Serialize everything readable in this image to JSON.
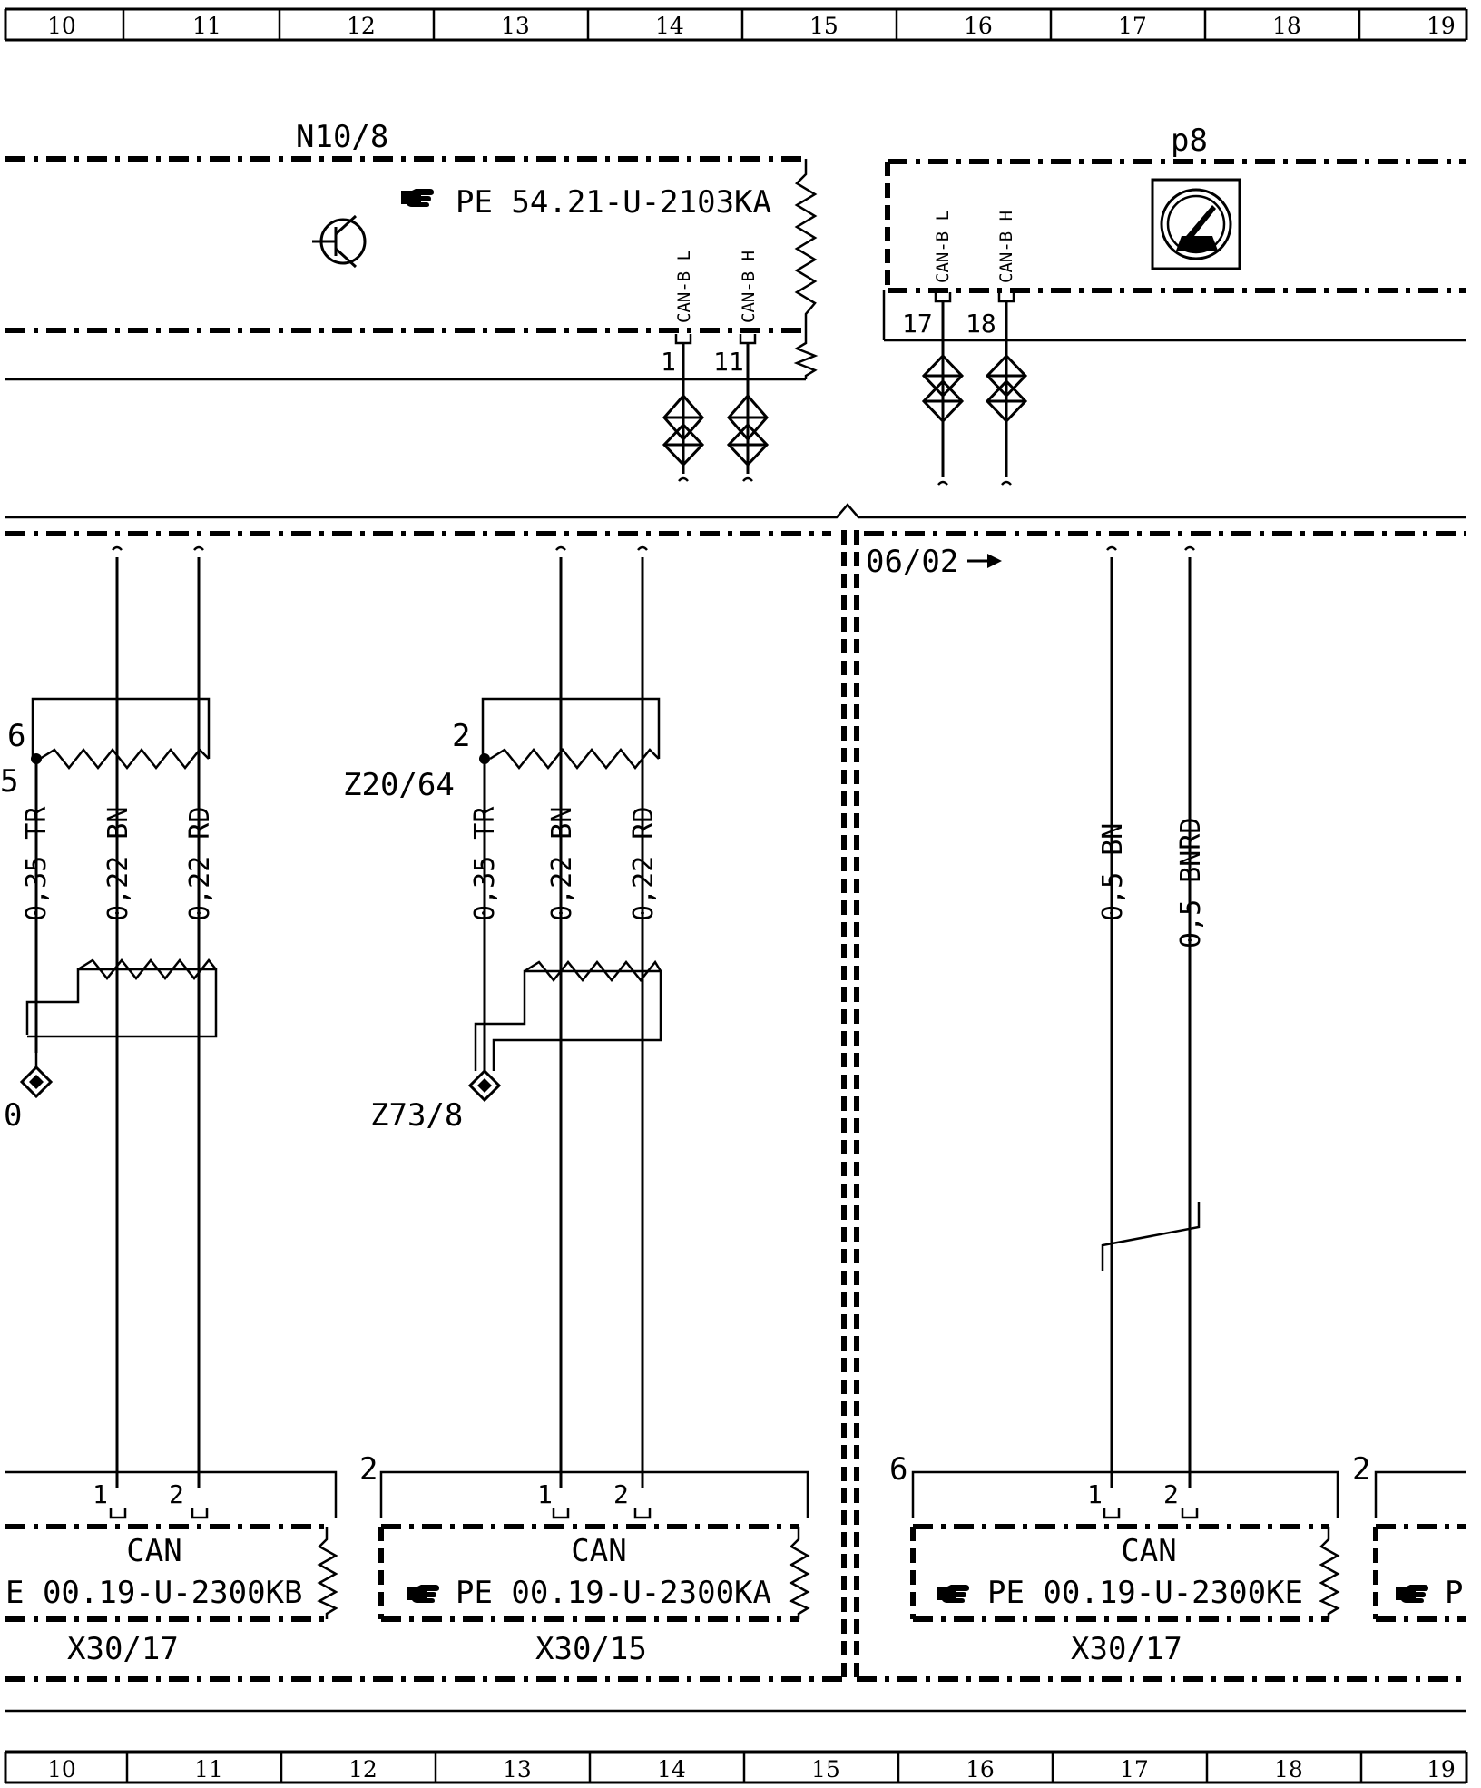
{
  "grid_columns": [
    "10",
    "11",
    "12",
    "13",
    "14",
    "15",
    "16",
    "17",
    "18",
    "19"
  ],
  "components": {
    "n10_8": {
      "label": "N10/8",
      "ref": "PE 54.21-U-2103KA"
    },
    "p8": {
      "label": "p8"
    },
    "z20_64": {
      "label": "Z20/64"
    },
    "z73_8": {
      "label": "Z73/8"
    },
    "left_splice": {
      "label": "0"
    }
  },
  "pins": {
    "n10_8": [
      {
        "num": "1",
        "signal": "CAN-B L"
      },
      {
        "num": "11",
        "signal": "CAN-B H"
      }
    ],
    "p8": [
      {
        "num": "17",
        "signal": "CAN-B L"
      },
      {
        "num": "18",
        "signal": "CAN-B H"
      }
    ]
  },
  "crossref": "06/02",
  "twisted_pairs": [
    {
      "shield_pin": "6",
      "side_label": "5",
      "wires": [
        "0,35 TR",
        "0,22 BN",
        "0,22 RD"
      ]
    },
    {
      "shield_pin": "2",
      "wires": [
        "0,35 TR",
        "0,22 BN",
        "0,22 RD"
      ]
    }
  ],
  "right_wires": [
    "0,5 BN",
    "0,5 BNRD"
  ],
  "connectors": [
    {
      "label": "X30/17",
      "title": "CAN",
      "ref": "E 00.19-U-2300KB",
      "pins": [
        "1",
        "2"
      ]
    },
    {
      "label": "X30/15",
      "title": "CAN",
      "ref": "PE 00.19-U-2300KA",
      "pins": [
        "1",
        "2"
      ],
      "corner": "2"
    },
    {
      "label": "X30/17",
      "title": "CAN",
      "ref": "PE 00.19-U-2300KE",
      "pins": [
        "1",
        "2"
      ],
      "corner": "6"
    },
    {
      "ref": "P",
      "corner": "2"
    }
  ]
}
